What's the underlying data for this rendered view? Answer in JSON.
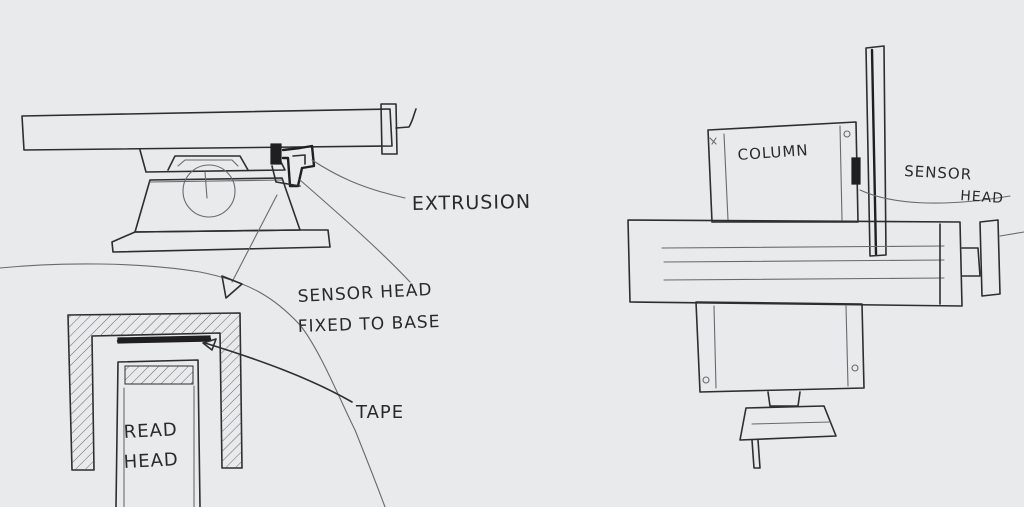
{
  "labels": {
    "extrusion": "EXTRUSION",
    "sensor_head_line1": "SENSOR HEAD",
    "sensor_head_line2": "FIXED TO BASE",
    "tape": "TAPE",
    "read_head_line1": "READ",
    "read_head_line2": "HEAD",
    "column": "COLUMN",
    "sensor_right_line1": "SENSOR",
    "sensor_right_line2": "HEAD"
  },
  "colors": {
    "paper": "#e9eaec",
    "ink": "#2e2e30"
  }
}
